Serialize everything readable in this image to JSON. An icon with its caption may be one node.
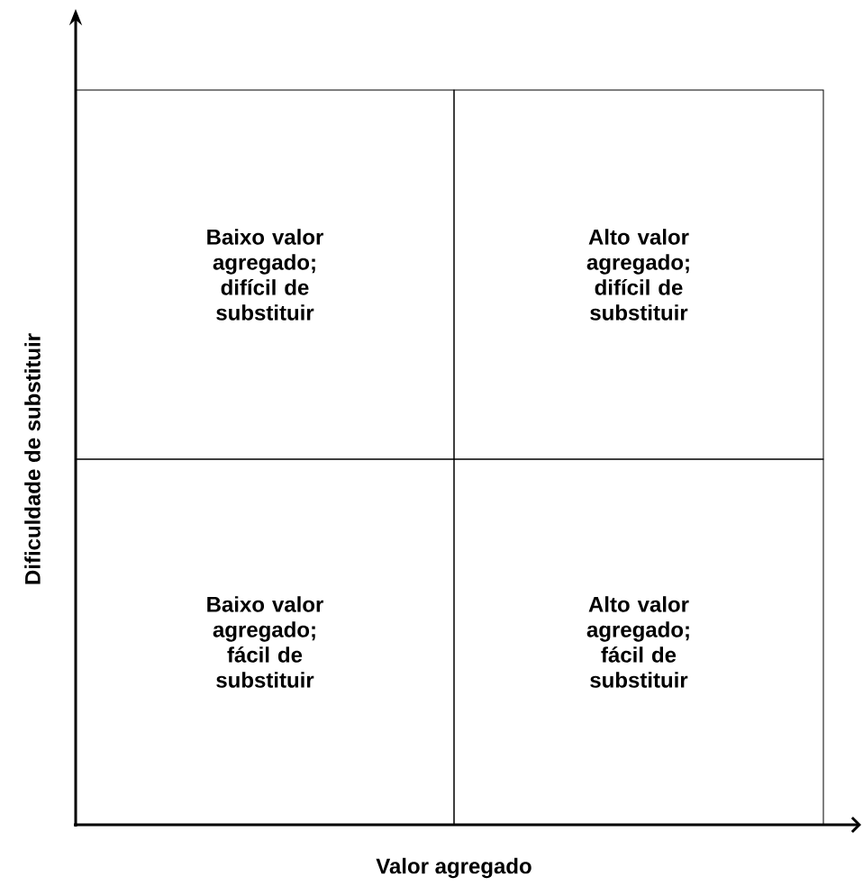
{
  "diagram": {
    "nodes": [
      {
        "text": [
          "Baixo valor agregado; difícil de substituir"
        ]
      },
      {
        "text": [
          "Alto valor agregado; difícil de substituir"
        ]
      },
      {
        "text": [
          "Baixo valor agregado; fácil de substituir"
        ]
      },
      {
        "text": [
          "Alto valor agregado; fácil de substituir"
        ]
      }
    ],
    "labels": [
      "Dificuldade de  substituir",
      "Valor agregado"
    ]
  }
}
